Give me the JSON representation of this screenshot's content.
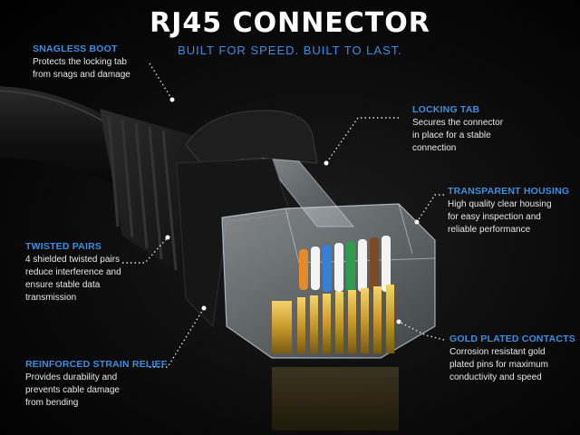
{
  "title": "RJ45 CONNECTOR",
  "subtitle": "BUILT FOR SPEED. BUILT TO LAST.",
  "colors": {
    "accent": "#3d8fe0",
    "background": "#000000",
    "text": "#ffffff"
  },
  "callouts": [
    {
      "key": "snagless_boot",
      "heading": "SNAGLESS BOOT",
      "description": "Protects the locking tab\nfrom snags and damage"
    },
    {
      "key": "locking_tab",
      "heading": "LOCKING TAB",
      "description": "Secures the connector\nin place for a stable\nconnection"
    },
    {
      "key": "transparent_housing",
      "heading": "TRANSPARENT HOUSING",
      "description": "High quality clear housing\nfor easy inspection and\nreliable performance"
    },
    {
      "key": "twisted_pairs",
      "heading": "TWISTED PAIRS",
      "description": "4 shielded twisted pairs\nreduce interference and\nensure stable data\ntransmission"
    },
    {
      "key": "gold_contacts",
      "heading": "GOLD PLATED CONTACTS",
      "description": "Corrosion resistant gold\nplated pins for maximum\nconductivity and speed"
    },
    {
      "key": "strain_relief",
      "heading": "REINFORCED STRAIN RELIEF",
      "description": "Provides durability and\nprevents cable damage\nfrom bending"
    }
  ]
}
